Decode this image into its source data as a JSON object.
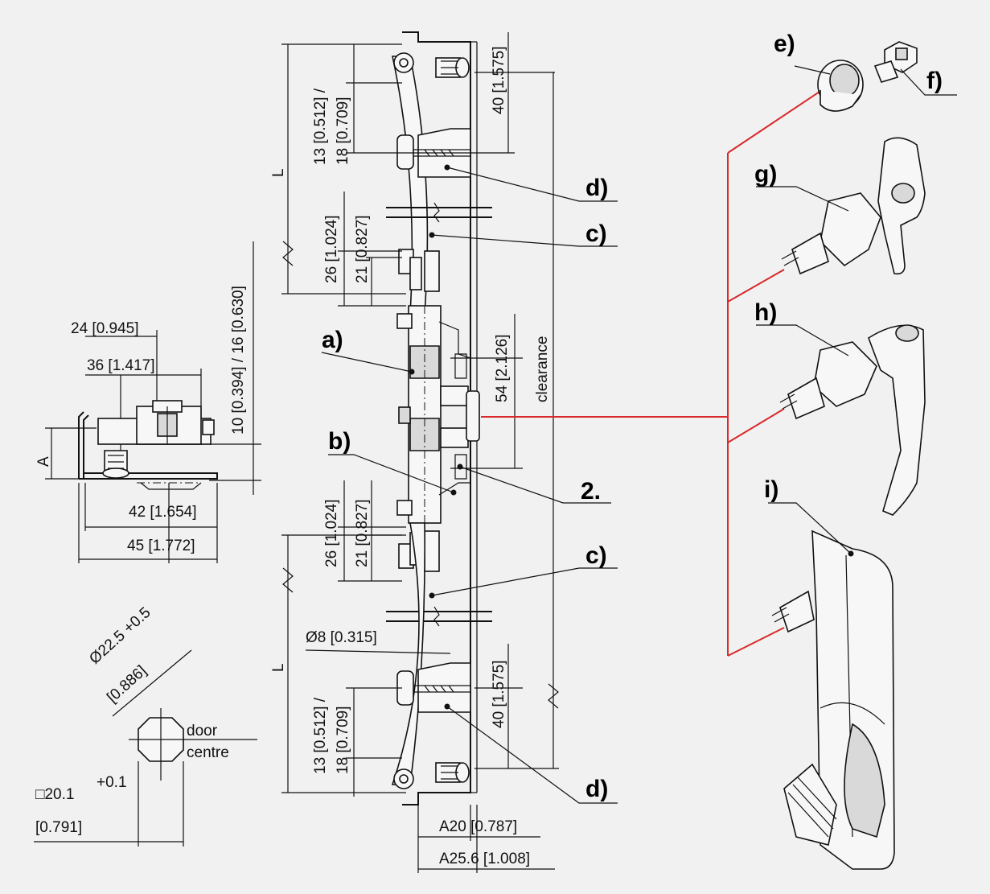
{
  "colors": {
    "background": "#f1f1f1",
    "leader_red": "#d9292b",
    "line": "#111111"
  },
  "labels": {
    "a": "a)",
    "b": "b)",
    "c_top": "c)",
    "c_bottom": "c)",
    "d_top": "d)",
    "d_bottom": "d)",
    "e": "e)",
    "f": "f)",
    "g": "g)",
    "h": "h)",
    "i": "i)",
    "two": "2."
  },
  "dims": {
    "top_13_18": "13 [0.512] /",
    "top_18": "18 [0.709]",
    "top_40": "40 [1.575]",
    "top_26": "26 [1.024]",
    "top_21": "21 [0.827]",
    "L_top": "L",
    "clearance": "clearance",
    "mid_54": "54 [2.126]",
    "bot_26": "26 [1.024]",
    "bot_21": "21 [0.827]",
    "L_bottom": "L",
    "d8": "Ø8 [0.315]",
    "bot_13": "13 [0.512] /",
    "bot_18": "18 [0.709]",
    "bot_40": "40 [1.575]",
    "a20": "A20 [0.787]",
    "a25": "A25.6 [1.008]",
    "side_24": "24 [0.945]",
    "side_36": "36 [1.417]",
    "side_10_16": "10 [0.394] / 16 [0.630]",
    "side_A": "A",
    "side_42": "42 [1.654]",
    "side_45": "45 [1.772]",
    "cut_dia": "Ø22.5 +0.5",
    "cut_dia_in": "[0.886]",
    "door": "door",
    "centre": "centre",
    "sq": "□20.1",
    "sq_tol": "+0.1",
    "sq_in": "[0.791]"
  }
}
